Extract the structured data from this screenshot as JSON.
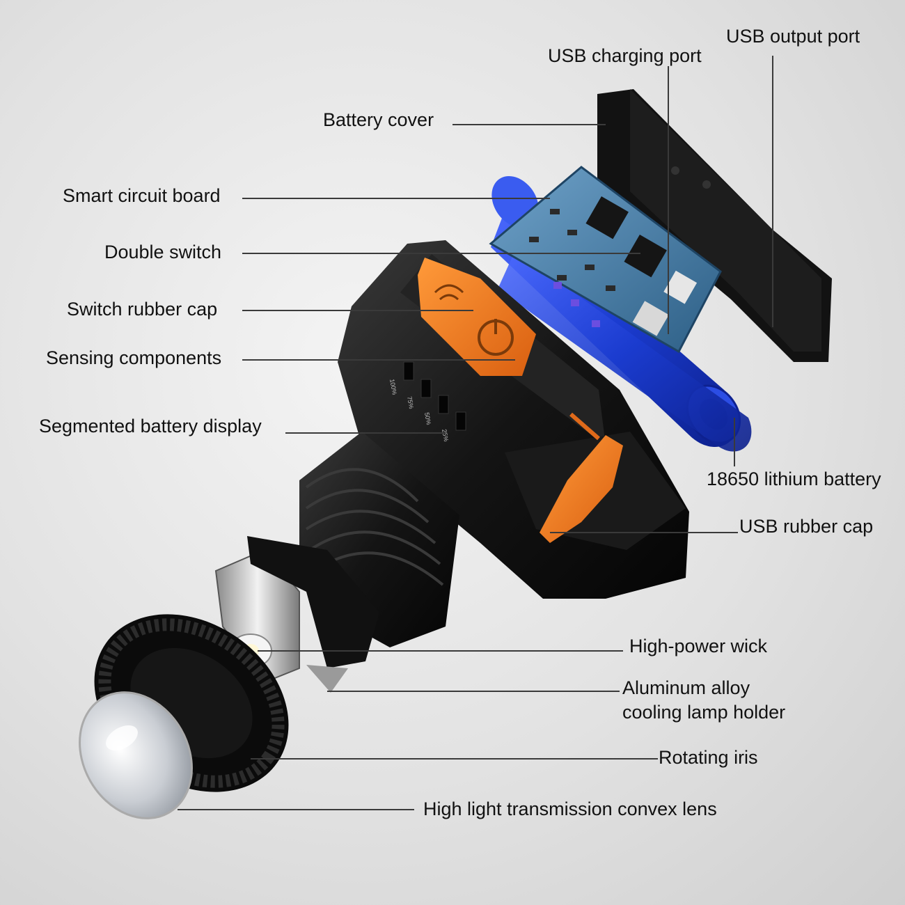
{
  "labels": {
    "usb_output_port": "USB output port",
    "usb_charging_port": "USB charging port",
    "battery_cover": "Battery cover",
    "smart_circuit_board": "Smart circuit board",
    "double_switch": "Double switch",
    "switch_rubber_cap": "Switch rubber cap",
    "sensing_components": "Sensing components",
    "segmented_battery_display": "Segmented battery display",
    "lithium_battery": "18650 lithium battery",
    "usb_rubber_cap": "USB rubber cap",
    "high_power_wick": "High-power wick",
    "aluminum_alloy_line1": "Aluminum alloy",
    "aluminum_alloy_line2": "cooling lamp holder",
    "rotating_iris": "Rotating iris",
    "convex_lens": "High light transmission convex lens"
  },
  "display_levels": [
    "100%",
    "75%",
    "50%",
    "25%"
  ],
  "colors": {
    "battery_blue": "#1f3fcf",
    "switch_orange": "#f07a1a",
    "pcb_blue": "#3d78a8",
    "housing_black": "#151515"
  }
}
